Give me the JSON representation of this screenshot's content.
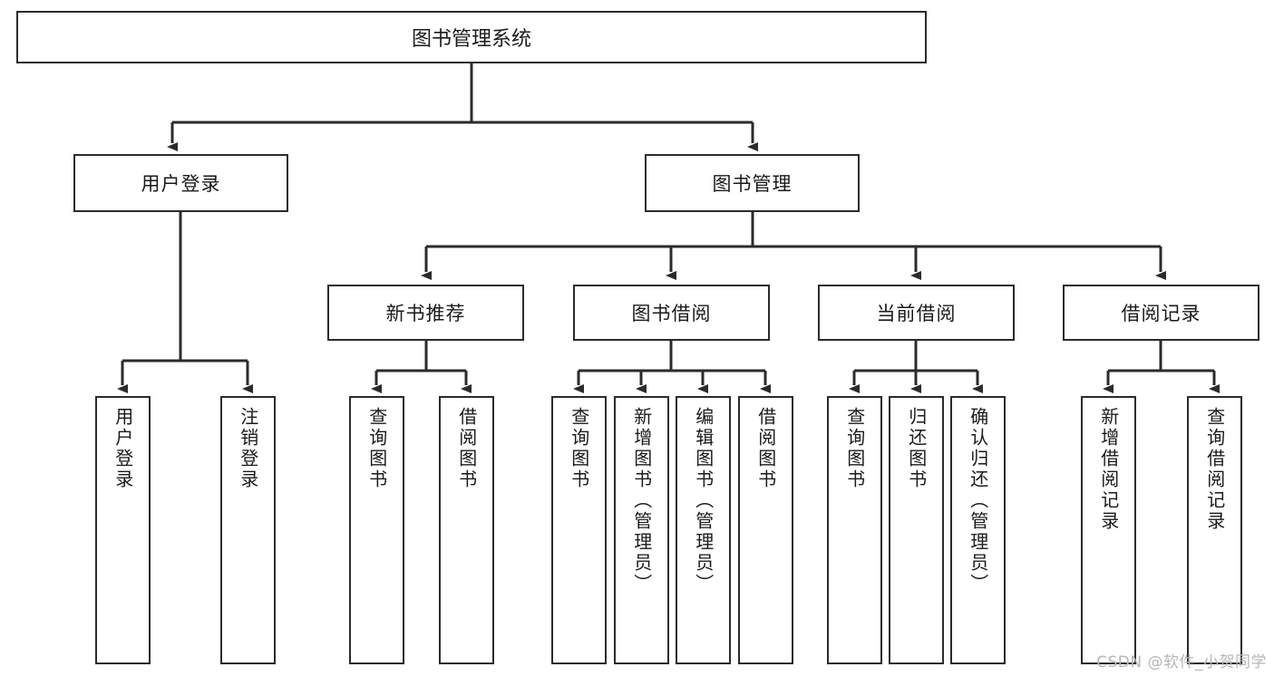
{
  "diagram": {
    "title": "图书管理系统",
    "type": "tree",
    "root": {
      "label": "图书管理系统"
    },
    "level2": [
      {
        "label": "用户登录"
      },
      {
        "label": "图书管理"
      }
    ],
    "level3": [
      {
        "label": "新书推荐"
      },
      {
        "label": "图书借阅"
      },
      {
        "label": "当前借阅"
      },
      {
        "label": "借阅记录"
      }
    ],
    "leaves": {
      "user_login": [
        {
          "label": "用户登录"
        },
        {
          "label": "注销登录"
        }
      ],
      "new_book_recommend": [
        {
          "label": "查询图书"
        },
        {
          "label": "借阅图书"
        }
      ],
      "book_borrow": [
        {
          "label": "查询图书"
        },
        {
          "label": "新增图书（管理员）"
        },
        {
          "label": "编辑图书（管理员）"
        },
        {
          "label": "借阅图书"
        }
      ],
      "current_borrow": [
        {
          "label": "查询图书"
        },
        {
          "label": "归还图书"
        },
        {
          "label": "确认归还（管理员）"
        }
      ],
      "borrow_record": [
        {
          "label": "新增借阅记录"
        },
        {
          "label": "查询借阅记录"
        }
      ]
    }
  },
  "watermark": {
    "text": "CSDN @软件_小贺同学"
  },
  "colors": {
    "stroke": "#2b2b2b",
    "fill": "#ffffff",
    "text": "#1a1a1a",
    "watermark": "#b6b6b6"
  }
}
